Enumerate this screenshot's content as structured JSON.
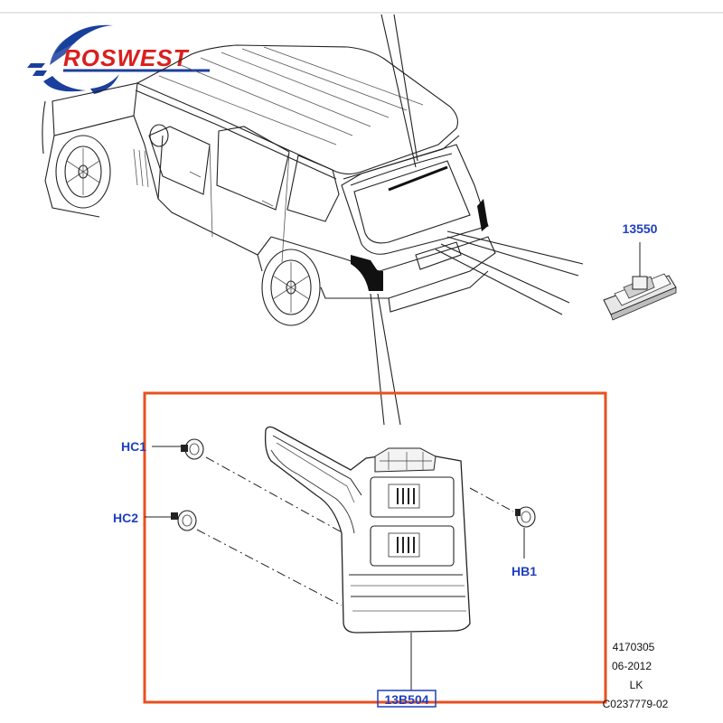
{
  "logo": {
    "text": "ROSWEST"
  },
  "callouts": {
    "license_lamp": "13550",
    "screw_1": "HC1",
    "screw_2": "HC2",
    "nut": "HB1",
    "tail_lamp": "13B504"
  },
  "drawing_info": {
    "number": "4170305",
    "date": "06-2012",
    "author": "LK",
    "reference": "C0237779-02"
  },
  "colors": {
    "callout_blue": "#1f3fbf",
    "highlight_frame": "#e8501f",
    "logo_red": "#d8201f",
    "logo_blue": "#1a3f9c"
  }
}
